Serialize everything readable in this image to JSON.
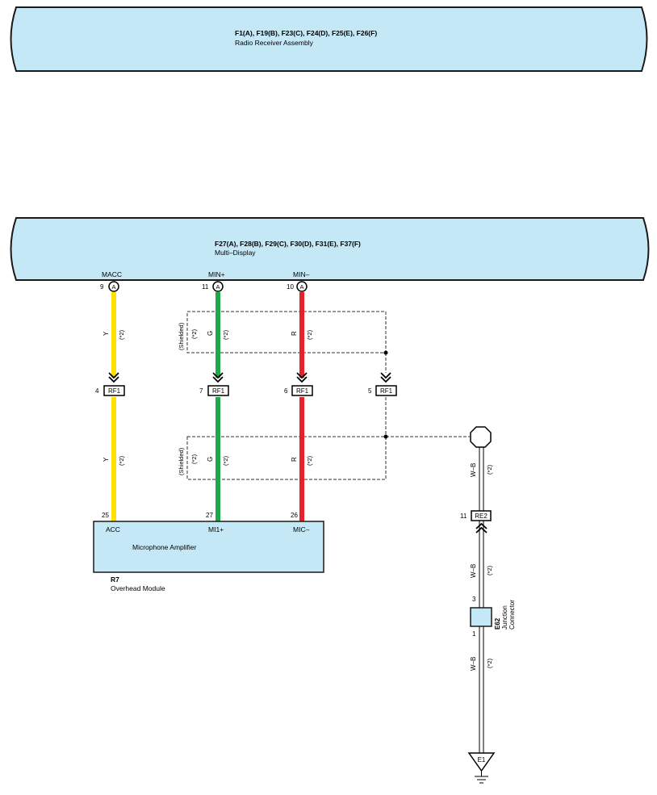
{
  "radio_receiver": {
    "connectors": "F1(A), F19(B), F23(C), F24(D), F25(E), F26(F)",
    "name": "Radio Receiver Assembly"
  },
  "multi_display": {
    "connectors": "F27(A), F28(B), F29(C), F30(D), F31(E), F37(F)",
    "name": "Multi–Display",
    "pins": [
      {
        "label": "MACC",
        "number": "9",
        "connector": "A"
      },
      {
        "label": "MIN+",
        "number": "11",
        "connector": "A"
      },
      {
        "label": "MIN–",
        "number": "10",
        "connector": "A"
      }
    ]
  },
  "wires": {
    "yellow": {
      "color_code": "Y",
      "note": "(*2)",
      "hex": "#ffe000"
    },
    "green": {
      "color_code": "G",
      "note": "(*2)",
      "hex": "#1ea84a"
    },
    "red": {
      "color_code": "R",
      "note": "(*2)",
      "hex": "#e8202a"
    },
    "ground": {
      "color_code": "W–B",
      "note": "(*2)"
    }
  },
  "shield": {
    "label": "(Shielded)",
    "note": "(*2)"
  },
  "rf1": {
    "name": "RF1",
    "pins": [
      "4",
      "7",
      "6",
      "5"
    ]
  },
  "microphone_amplifier": {
    "name": "Microphone Amplifier",
    "code": "R7",
    "module": "Overhead Module",
    "pins": [
      {
        "number": "25",
        "label": "ACC"
      },
      {
        "number": "27",
        "label": "MI1+"
      },
      {
        "number": "26",
        "label": "MIC–"
      }
    ]
  },
  "re2": {
    "name": "RE2",
    "pin": "11"
  },
  "junction": {
    "code": "E62",
    "name": "Junction",
    "name2": "Connector",
    "pin_top": "3",
    "pin_bottom": "1"
  },
  "ground_point": {
    "name": "E1"
  },
  "colors": {
    "component_fill": "#c5e8f7",
    "accent": "#000000"
  }
}
